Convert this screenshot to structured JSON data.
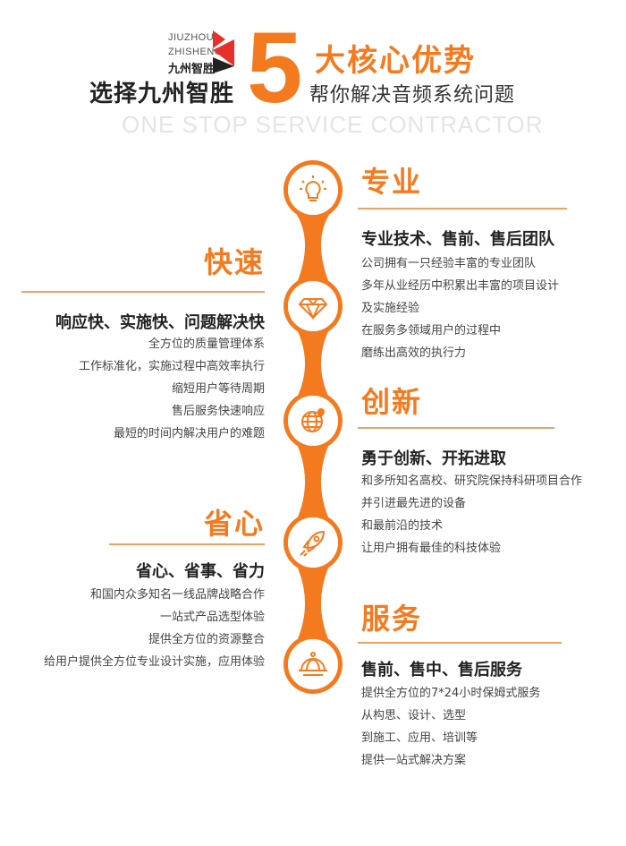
{
  "header": {
    "logo_en_1": "JIUZHOU",
    "logo_en_2": "ZHISHENG",
    "logo_cn": "九州智胜",
    "choose_text": "选择九州智胜",
    "big_number": "5",
    "title_orange": "大核心优势",
    "subtitle": "帮你解决音频系统问题",
    "watermark": "ONE STOP SERVICE CONTRACTOR"
  },
  "sections": {
    "professional": {
      "title": "专业",
      "heading": "专业技术、售前、售后团队",
      "items": [
        "公司拥有一只经验丰富的专业团队",
        "多年从业经历中积累出丰富的项目设计",
        "及实施经验",
        "在服务多领域用户的过程中",
        "磨练出高效的执行力"
      ]
    },
    "fast": {
      "title": "快速",
      "heading": "响应快、实施快、问题解决快",
      "items": [
        "全方位的质量管理体系",
        "工作标准化，实施过程中高效率执行",
        "缩短用户等待周期",
        "售后服务快速响应",
        "最短的时间内解决用户的难题"
      ]
    },
    "innovation": {
      "title": "创新",
      "heading": "勇于创新、开拓进取",
      "items": [
        "和多所知名高校、研究院保持科研项目合作",
        "并引进最先进的设备",
        "和最前沿的技术",
        "让用户拥有最佳的科技体验"
      ]
    },
    "worry_free": {
      "title": "省心",
      "heading": "省心、省事、省力",
      "items": [
        "和国内众多知名一线品牌战略合作",
        "一站式产品选型体验",
        "提供全方位的资源整合",
        "给用户提供全方位专业设计实施，应用体验"
      ]
    },
    "service": {
      "title": "服务",
      "heading": "售前、售中、售后服务",
      "items": [
        "提供全方位的7*24小时保姆式服务",
        "从构思、设计、选型",
        "到施工、应用、培训等",
        "提供一站式解决方案"
      ]
    }
  },
  "icons": [
    "lightbulb-icon",
    "diamond-icon",
    "globe-icon",
    "rocket-icon",
    "dome-icon"
  ],
  "colors": {
    "accent": "#f47a1f",
    "line": "#f0a060",
    "text": "#333333"
  }
}
